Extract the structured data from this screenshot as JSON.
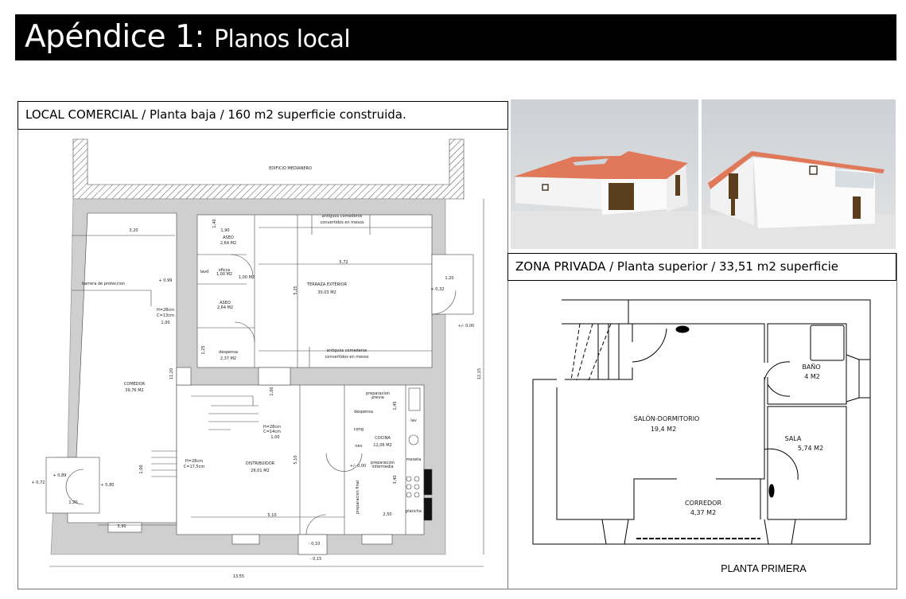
{
  "title": {
    "main": "Apéndice 1:",
    "sub": "Planos local"
  },
  "ground_floor": {
    "header": "LOCAL COMERCIAL / Planta baja / 160 m2 superficie construida.",
    "labels": [
      "EDIFICIO MEDIANERO",
      "3,20",
      "barrera de proteccion",
      "+ 0,99",
      "H=28cm",
      "C=13cm",
      "1,00",
      "COMEDOR",
      "39,76 M2",
      "11,20",
      "1,90",
      "1,40",
      "ASEO",
      "2,64 M2",
      "lavd",
      "oficce",
      "1,00 M2",
      "1,00 M2",
      "ASEO",
      "2,64 M2",
      "despensa",
      "2,37 M2",
      "1,25",
      "antiguos comederos",
      "convertidos en mesos",
      "5,72",
      "TERRAZA EXTERIOR",
      "30,03 M2",
      "5,25",
      "antiguos comederos",
      "convertidos en mesos",
      "1,20",
      "+ 0,32",
      "+/- 0,00",
      "12,15",
      "1,00",
      "H=28cm",
      "C=14cm",
      "1,00",
      "DISTRIBUIDOR",
      "26,01 M2",
      "5,10",
      "H=28cm",
      "C=17,5cm",
      "1,00",
      "preparacion",
      "previa",
      "despensa",
      "1,45",
      "lav",
      "cong",
      "nev",
      "COCINA",
      "12,06 M2",
      "preparacion",
      "intermedia",
      "+/- 0,00",
      "meseta",
      "3,40",
      "preparacion final",
      "plancha",
      "2,50",
      "5,10",
      "- 0,10",
      "- 0,15",
      "+ 0,89",
      "+ 0,72",
      "+ 0,80",
      "1,20",
      "3,90",
      "13,55"
    ]
  },
  "upper_floor": {
    "header": "ZONA PRIVADA / Planta superior / 33,51 m2 superficie",
    "rooms": [
      {
        "name": "SALÓN-DORMITORIO",
        "area": "19,4  M2"
      },
      {
        "name": "BAÑO",
        "area": "4  M2"
      },
      {
        "name": "SALA",
        "area": "5,74  M2"
      },
      {
        "name": "CORREDOR",
        "area": "4,37  M2"
      }
    ],
    "caption": "PLANTA PRIMERA"
  },
  "colors": {
    "wall": "#cfcfcf",
    "roof": "#e0785a",
    "sky": "#d3d6da",
    "door": "#5a3e1e"
  }
}
